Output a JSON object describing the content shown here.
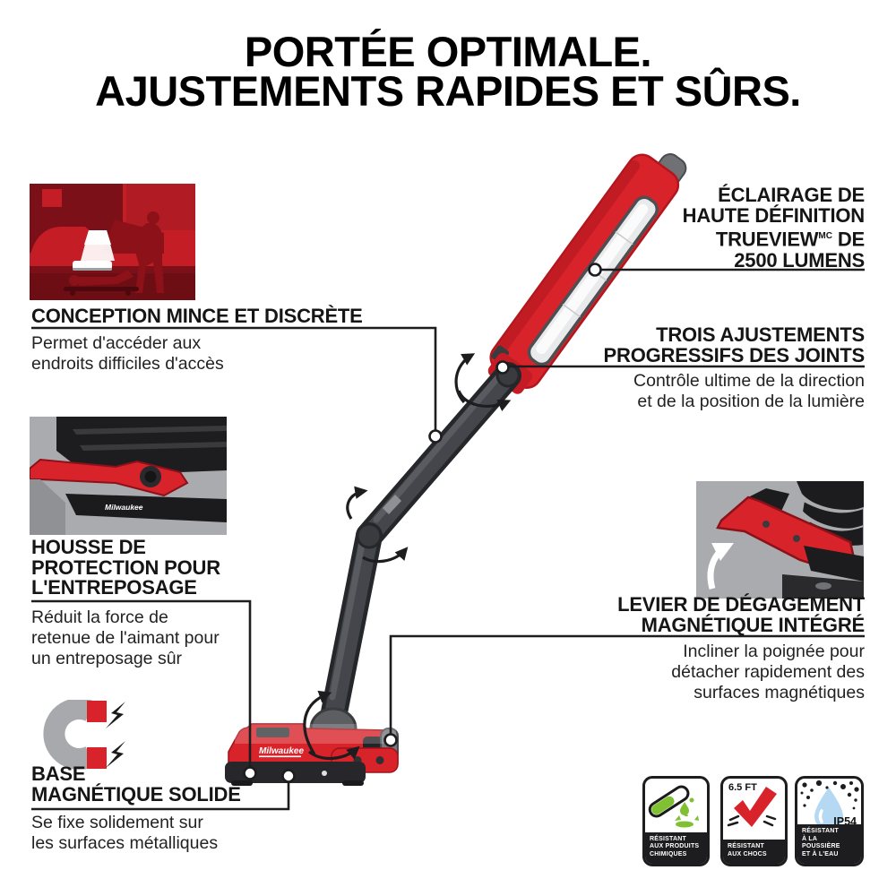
{
  "colors": {
    "ink": "#1d1d1f",
    "brand_red": "#d8232a",
    "dark_red": "#8c1119",
    "thumb_red_bg": "#c41d26",
    "gray_bg": "#a9abae",
    "chem_green": "#7fc131",
    "water_blue": "#b5d9f2"
  },
  "title": {
    "line1": "PORTÉE OPTIMALE.",
    "line2": "AJUSTEMENTS RAPIDES ET SÛRS."
  },
  "product": {
    "brand": "Milwaukee"
  },
  "sections": {
    "conception": {
      "heading": "CONCEPTION MINCE ET DISCRÈTE",
      "body": [
        "Permet d'accéder aux",
        "endroits difficiles d'accès"
      ]
    },
    "eclairage": {
      "heading": [
        "ÉCLAIRAGE DE",
        "HAUTE DÉFINITION"
      ],
      "trueview_pre": "TRUEVIEW",
      "trueview_sup": "MC",
      "trueview_post": " DE",
      "lumens": "2500 LUMENS"
    },
    "trois": {
      "heading": [
        "TROIS AJUSTEMENTS",
        "PROGRESSIFS DES JOINTS"
      ],
      "body": [
        "Contrôle ultime de la direction",
        "et de la position de la lumière"
      ]
    },
    "housse": {
      "heading": [
        "HOUSSE DE",
        "PROTECTION POUR",
        "L'ENTREPOSAGE"
      ],
      "body": [
        "Réduit la force de",
        "retenue de l'aimant pour",
        "un entreposage sûr"
      ]
    },
    "levier": {
      "heading": [
        "LEVIER DE DÉGAGEMENT",
        "MAGNÉTIQUE INTÉGRÉ"
      ],
      "body": [
        "Incliner la poignée pour",
        "détacher rapidement des",
        "surfaces magnétiques"
      ]
    },
    "base": {
      "heading": [
        "BASE",
        "MAGNÉTIQUE SOLIDE"
      ],
      "body": [
        "Se fixe solidement sur",
        "les surfaces métalliques"
      ]
    }
  },
  "badges": [
    {
      "name": "chemical-resistant",
      "lines": [
        "RÉSISTANT",
        "AUX PRODUITS",
        "CHIMIQUES"
      ]
    },
    {
      "name": "impact-resistant",
      "top_label": "6.5 FT",
      "lines": [
        "RÉSISTANT",
        "AUX CHOCS"
      ]
    },
    {
      "name": "dust-water-resistant",
      "rating": "IP54",
      "lines": [
        "RÉSISTANT",
        "À LA POUSSIÈRE",
        "ET À L'EAU"
      ]
    }
  ]
}
